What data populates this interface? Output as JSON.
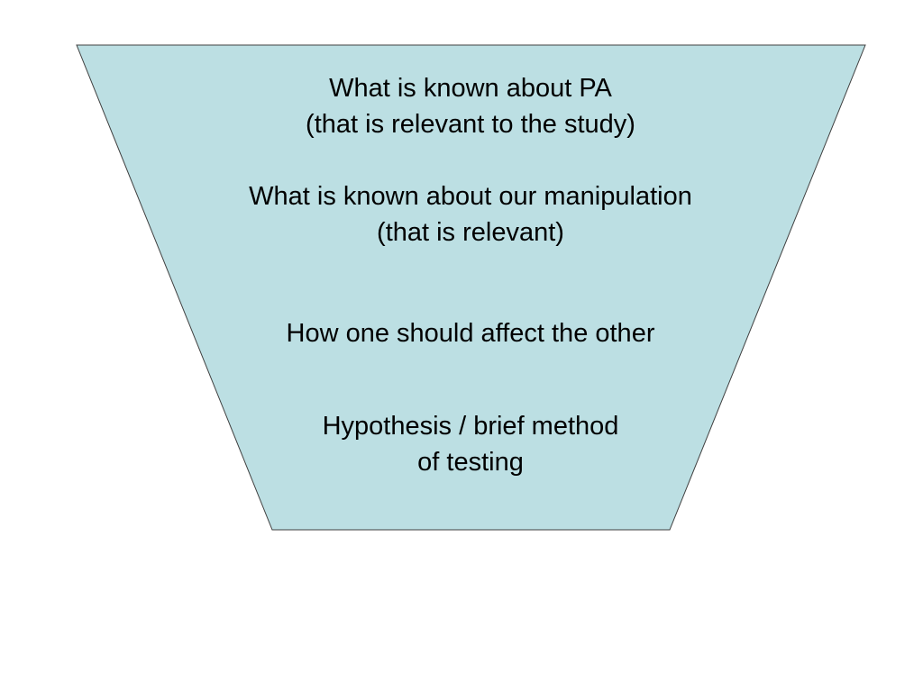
{
  "colors": {
    "funnel_fill": "#bcdfe3",
    "funnel_stroke": "#404040",
    "text": "#000000",
    "background": "#ffffff"
  },
  "funnel": {
    "blocks": [
      {
        "lines": [
          "What is known about PA",
          "(that is relevant to the study)"
        ]
      },
      {
        "lines": [
          "What is known about our manipulation",
          "(that is relevant)"
        ]
      },
      {
        "lines": [
          "How one should affect the other"
        ]
      },
      {
        "lines": [
          "Hypothesis / brief method",
          "of testing"
        ]
      }
    ]
  }
}
